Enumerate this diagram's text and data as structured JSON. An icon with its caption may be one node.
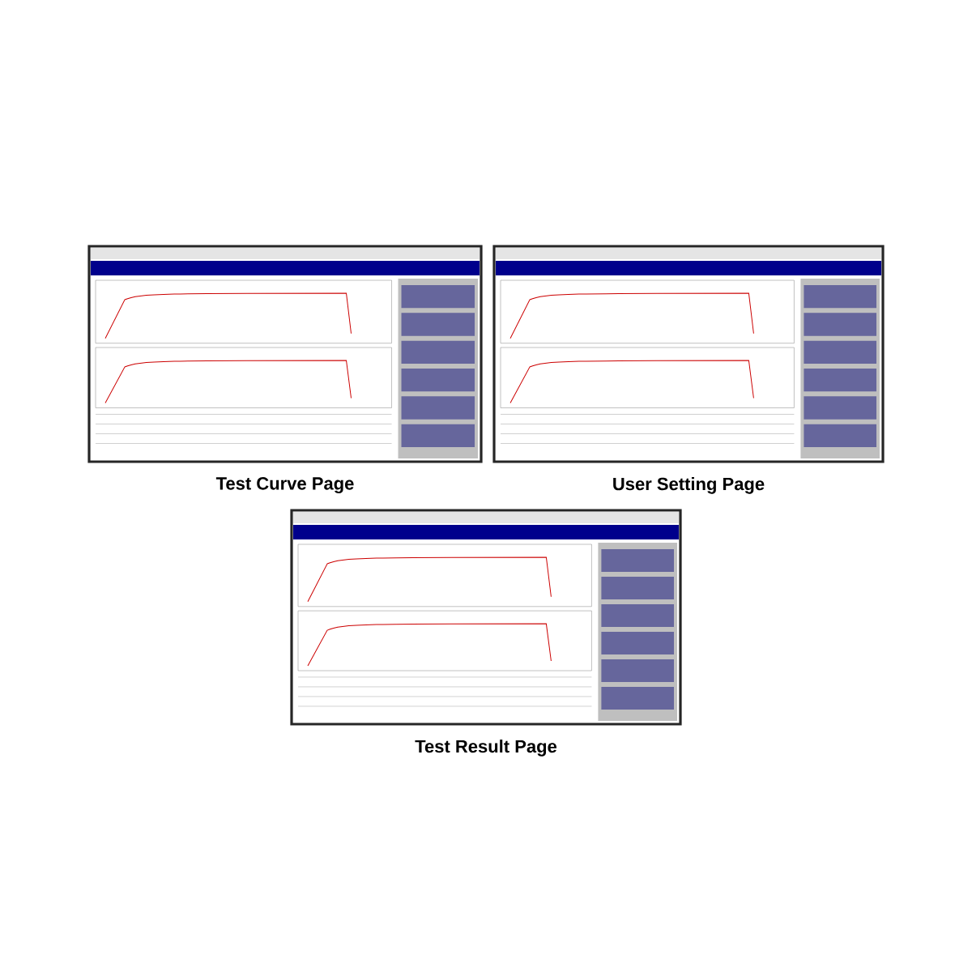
{
  "diagram": {
    "nodes": [
      {
        "text": [],
        "shape": "picture",
        "beside": [
          "Test Curve Page"
        ]
      },
      {
        "text": [],
        "shape": "picture",
        "beside": [
          "User Setting Page"
        ]
      },
      {
        "text": [],
        "shape": "picture",
        "beside": [
          "Test Result Page"
        ]
      }
    ]
  }
}
